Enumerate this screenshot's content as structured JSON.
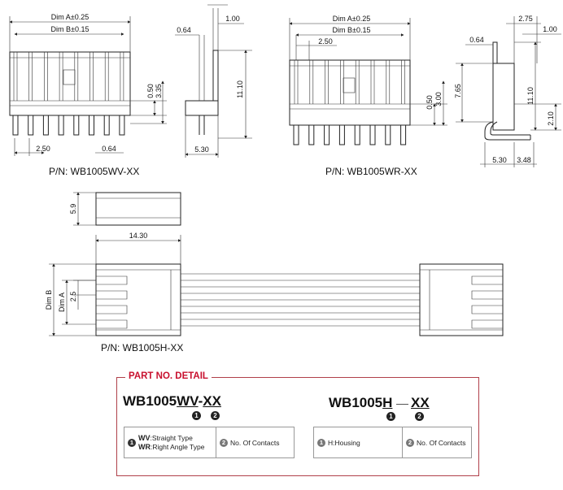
{
  "views": {
    "wv": {
      "dim_a": "Dim A±0.25",
      "dim_b": "Dim B±0.15",
      "pitch": "2.50",
      "pin_width": "0.64",
      "d050": "0.50",
      "d335": "3.35",
      "side_top": "1.00",
      "side_pin": "0.64",
      "side_height": "11.10",
      "side_base": "5.30",
      "part_number": "P/N: WB1005WV-XX"
    },
    "wr": {
      "dim_a": "Dim A±0.25",
      "dim_b": "Dim B±0.15",
      "pitch": "2.50",
      "d050": "0.50",
      "d300": "3.00",
      "side_275": "2.75",
      "side_top": "1.00",
      "side_pin": "0.64",
      "side_765": "7.65",
      "side_height": "11.10",
      "side_210": "2.10",
      "side_base": "5.30",
      "side_348": "3.48",
      "part_number": "P/N: WB1005WR-XX"
    },
    "housing": {
      "height": "5.9",
      "length": "14.30",
      "dim_b": "Dim B",
      "dim_a": "Dim A",
      "pitch": "2.5",
      "part_number": "P/N: WB1005H-XX"
    }
  },
  "detail": {
    "title": "PART NO. DETAIL",
    "left": {
      "code_prefix": "WB1005",
      "code_type": "WV",
      "code_sep": "-",
      "code_count": "XX",
      "marker1": "1",
      "marker2": "2",
      "type_marker": "1",
      "type_wv_code": "WV",
      "type_wv_desc": ":Straight Type",
      "type_wr_code": "WR",
      "type_wr_desc": ":Right Angle Type",
      "contacts_marker": "2",
      "contacts_label": "No. Of Contacts"
    },
    "right": {
      "code_prefix": "WB1005",
      "code_type": "H",
      "code_count": "XX",
      "marker1": "1",
      "marker2": "2",
      "housing_marker": "1",
      "housing_label": "H:Housing",
      "contacts_marker": "2",
      "contacts_label": "No. Of Contacts"
    }
  }
}
